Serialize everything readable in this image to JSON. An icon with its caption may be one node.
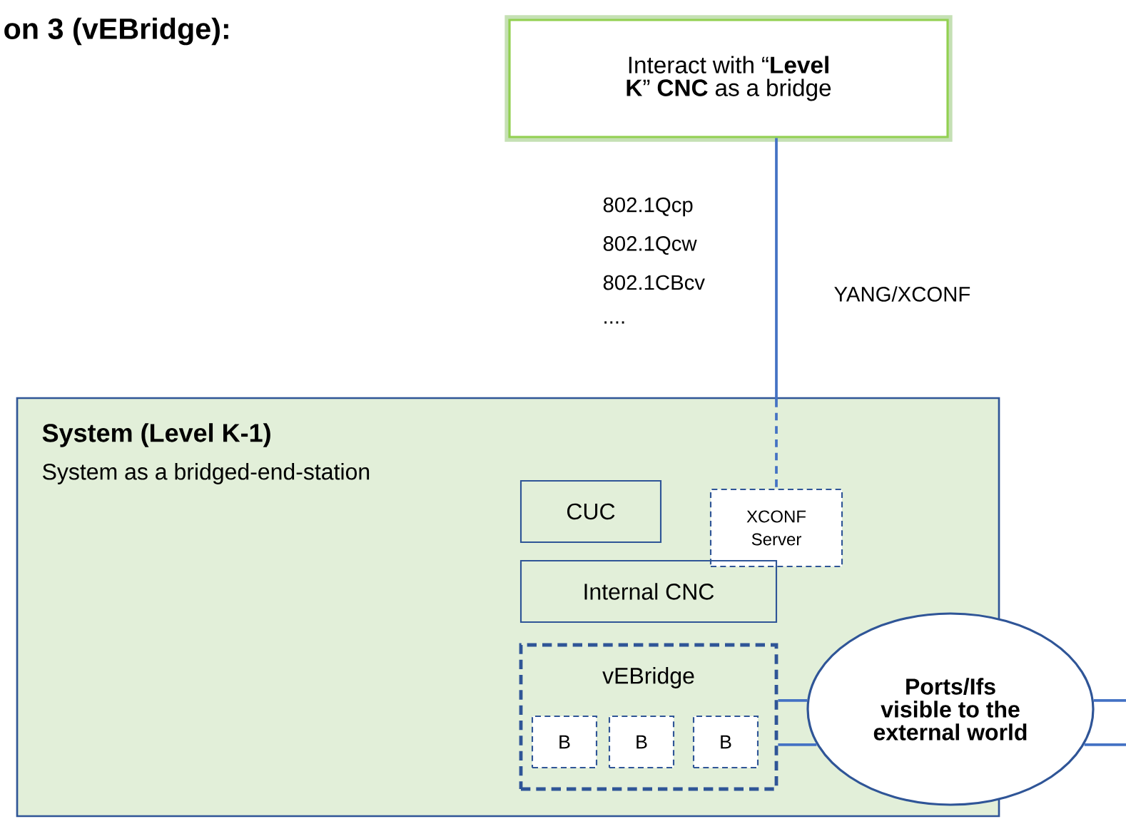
{
  "diagram": {
    "title": "on 3 (vEBridge):",
    "nodes": [
      {
        "text": [
          "Interact with “**Level K**” **CNC** as a bridge"
        ]
      },
      {
        "text": [
          "System (Level K-1)",
          "System as a bridged-end-station"
        ]
      },
      {
        "text": [
          "CUC"
        ],
        "in": 1
      },
      {
        "text": [
          "XCONF Server"
        ],
        "in": 1
      },
      {
        "text": [
          "Internal CNC"
        ],
        "in": 1
      },
      {
        "text": [
          "vEBridge"
        ],
        "in": 1
      },
      {
        "text": [
          "B"
        ],
        "in": 5
      },
      {
        "text": [
          "B"
        ],
        "in": 5
      },
      {
        "text": [
          "B"
        ],
        "in": 5
      },
      {
        "text": [
          "Ports/Ifs visible to the external world"
        ]
      }
    ],
    "edges": [
      {
        "from": 0,
        "to": 3,
        "arrow": "none"
      },
      {
        "from": 5,
        "to": 9,
        "arrow": "none"
      },
      {
        "from": 5,
        "to": 9,
        "arrow": "none"
      },
      {
        "from": 9,
        "to": null,
        "arrow": "none"
      },
      {
        "from": 9,
        "to": null,
        "arrow": "none"
      }
    ],
    "labels": [
      "802.1Qcp",
      "802.1Qcw",
      "802.1CBcv",
      "....",
      "YANG/XCONF"
    ]
  }
}
